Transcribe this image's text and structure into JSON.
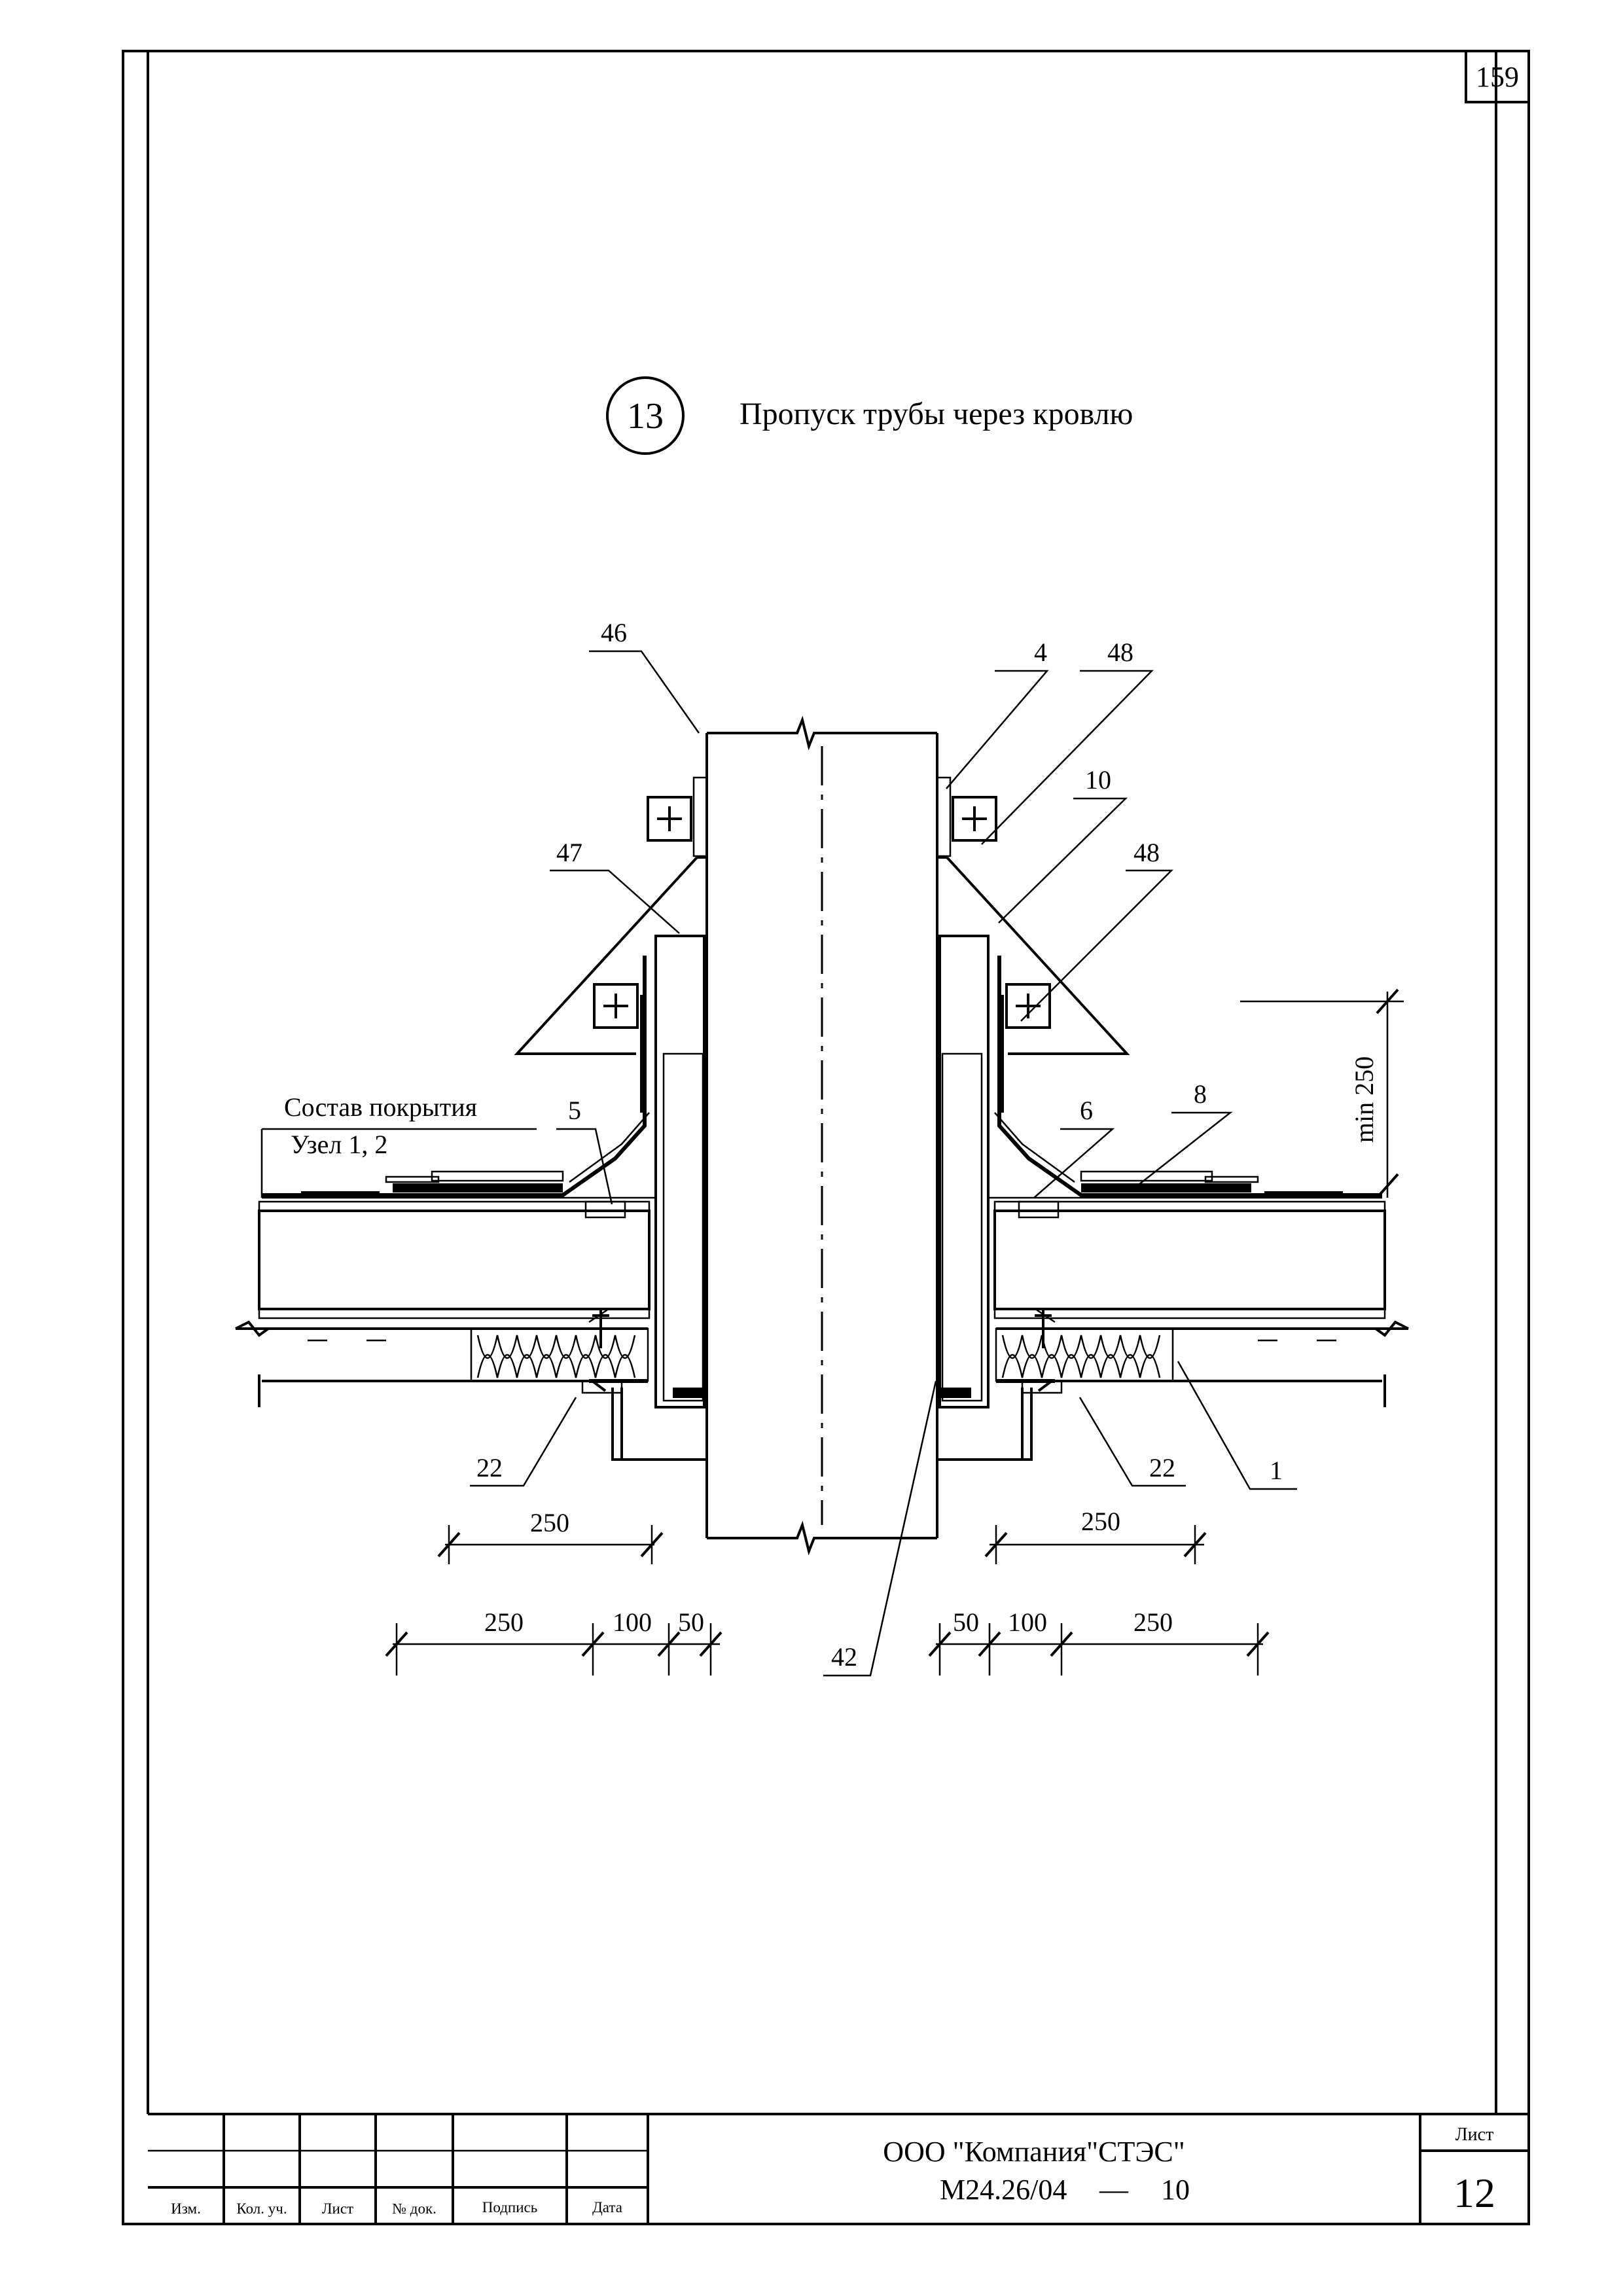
{
  "page_number": "159",
  "detail": {
    "number": "13",
    "title": "Пропуск трубы через кровлю"
  },
  "callouts": {
    "c46": "46",
    "c4": "4",
    "c48a": "48",
    "c10": "10",
    "c47": "47",
    "c48b": "48",
    "c5": "5",
    "c6": "6",
    "c8": "8",
    "c22a": "22",
    "c22b": "22",
    "c1": "1",
    "c42": "42"
  },
  "note": {
    "line1": "Состав покрытия",
    "line2": "Узел 1, 2"
  },
  "dimensions": {
    "min_height": "min 250",
    "left_upper": "250",
    "right_upper": "250",
    "left_a": "250",
    "left_b": "100",
    "left_c": "50",
    "right_a": "50",
    "right_b": "100",
    "right_c": "250"
  },
  "title_block": {
    "company": "ООО \"Компания\"СТЭС\"",
    "doc_code": "М24.26/04",
    "doc_dash": "—",
    "doc_suffix": "10",
    "sheet_label": "Лист",
    "sheet_number": "12",
    "columns": [
      "Изм.",
      "Кол. уч.",
      "Лист",
      "№ док.",
      "Подпись",
      "Дата"
    ]
  }
}
